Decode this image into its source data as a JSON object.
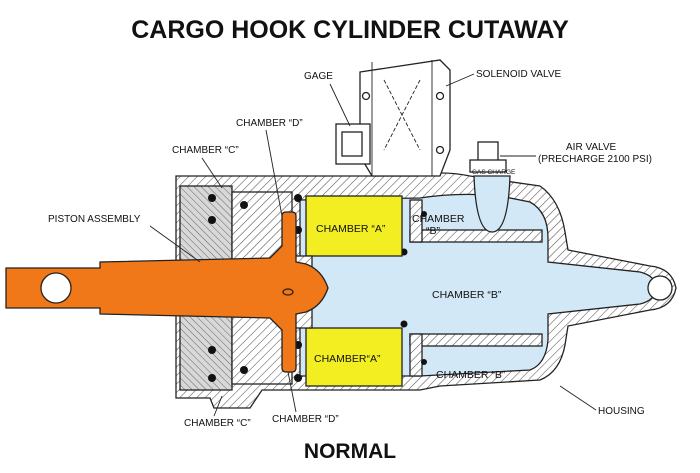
{
  "title": "CARGO HOOK CYLINDER CUTAWAY",
  "caption": "NORMAL",
  "labels": {
    "gage": "GAGE",
    "solenoid_valve": "SOLENOID VALVE",
    "air_valve_line1": "AIR VALVE",
    "air_valve_line2": "(PRECHARGE 2100 PSI)",
    "gas_charge": "GAS CHARGE",
    "chamber_d_top": "CHAMBER “D”",
    "chamber_c_top": "CHAMBER “C”",
    "piston_assembly": "PISTON ASSEMBLY",
    "chamber_a_top": "CHAMBER “A”",
    "chamber_b_small_line1": "CHAMBER",
    "chamber_b_small_line2": "“B”",
    "chamber_b_center": "CHAMBER “B”",
    "chamber_a_bottom": "CHAMBER“A”",
    "chamber_b_lower": "CHAMBER “B”",
    "housing": "HOUSING",
    "chamber_c_bottom": "CHAMBER “C”",
    "chamber_d_bottom": "CHAMBER “D”"
  },
  "colors": {
    "piston": "#f07818",
    "chamber_a": "#f2ee22",
    "fluid": "#d3e8f6",
    "housing_gray": "#c4c4c4",
    "seal_black": "#111111"
  }
}
